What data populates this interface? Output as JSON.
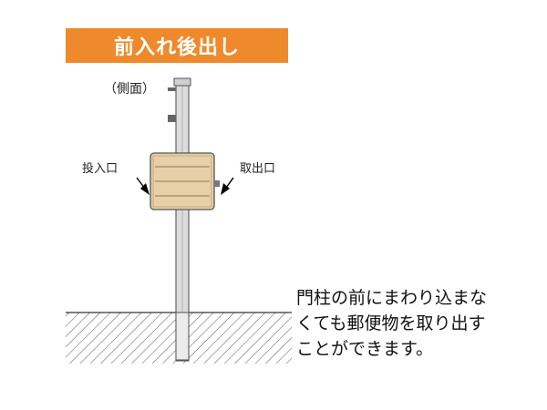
{
  "title": "前入れ後出し",
  "side_view_label": "（側面）",
  "insert_label": "投入口",
  "outlet_label": "取出口",
  "description_lines": [
    "門柱の前にまわり込まな",
    "くても郵便物を取り出す",
    "ことができます。"
  ],
  "colors": {
    "banner": "#ee8a2c",
    "box": "#e7cfa8",
    "post": "#c9c9c9"
  }
}
